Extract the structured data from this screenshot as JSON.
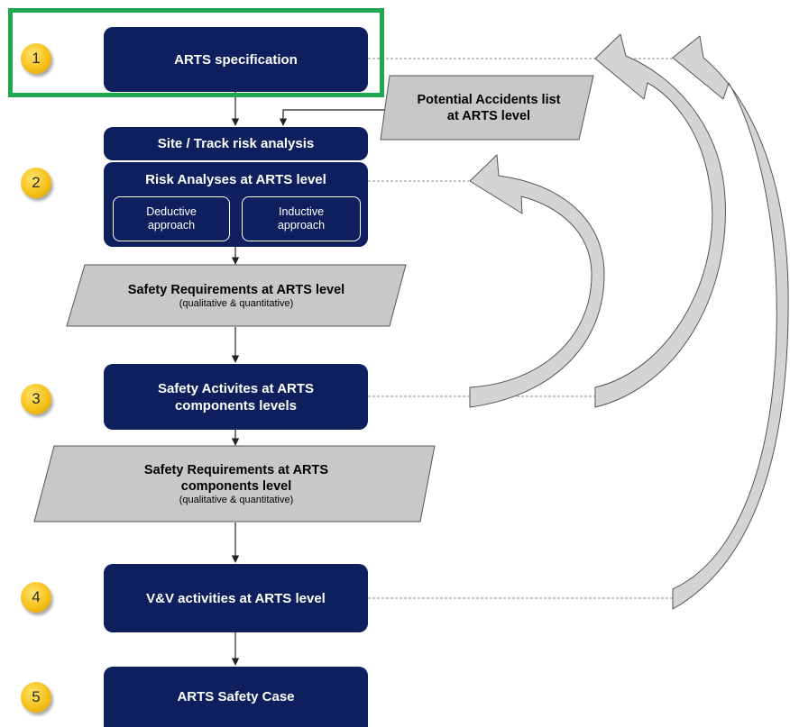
{
  "nodes": {
    "arts_spec": "ARTS specification",
    "potential_accidents": "Potential Accidents list at ARTS level",
    "site_track": "Site / Track risk analysis",
    "risk_analyses": "Risk Analyses at ARTS level",
    "deductive": "Deductive approach",
    "inductive": "Inductive approach",
    "safety_req_arts": "Safety Requirements at ARTS level",
    "safety_req_arts_note": "(qualitative & quantitative)",
    "safety_activities": "Safety Activites at ARTS components levels",
    "safety_req_components": "Safety Requirements at ARTS components level",
    "safety_req_components_note": "(qualitative & quantitative)",
    "vv_activities": "V&V activities at ARTS level",
    "safety_case": "ARTS Safety Case"
  },
  "steps": [
    "1",
    "2",
    "3",
    "4",
    "5"
  ],
  "colors": {
    "box_fill": "#0d1f5c",
    "parallelogram_fill": "#c8c8c8",
    "badge": "#f6c11a",
    "highlight": "#1fa84f"
  }
}
